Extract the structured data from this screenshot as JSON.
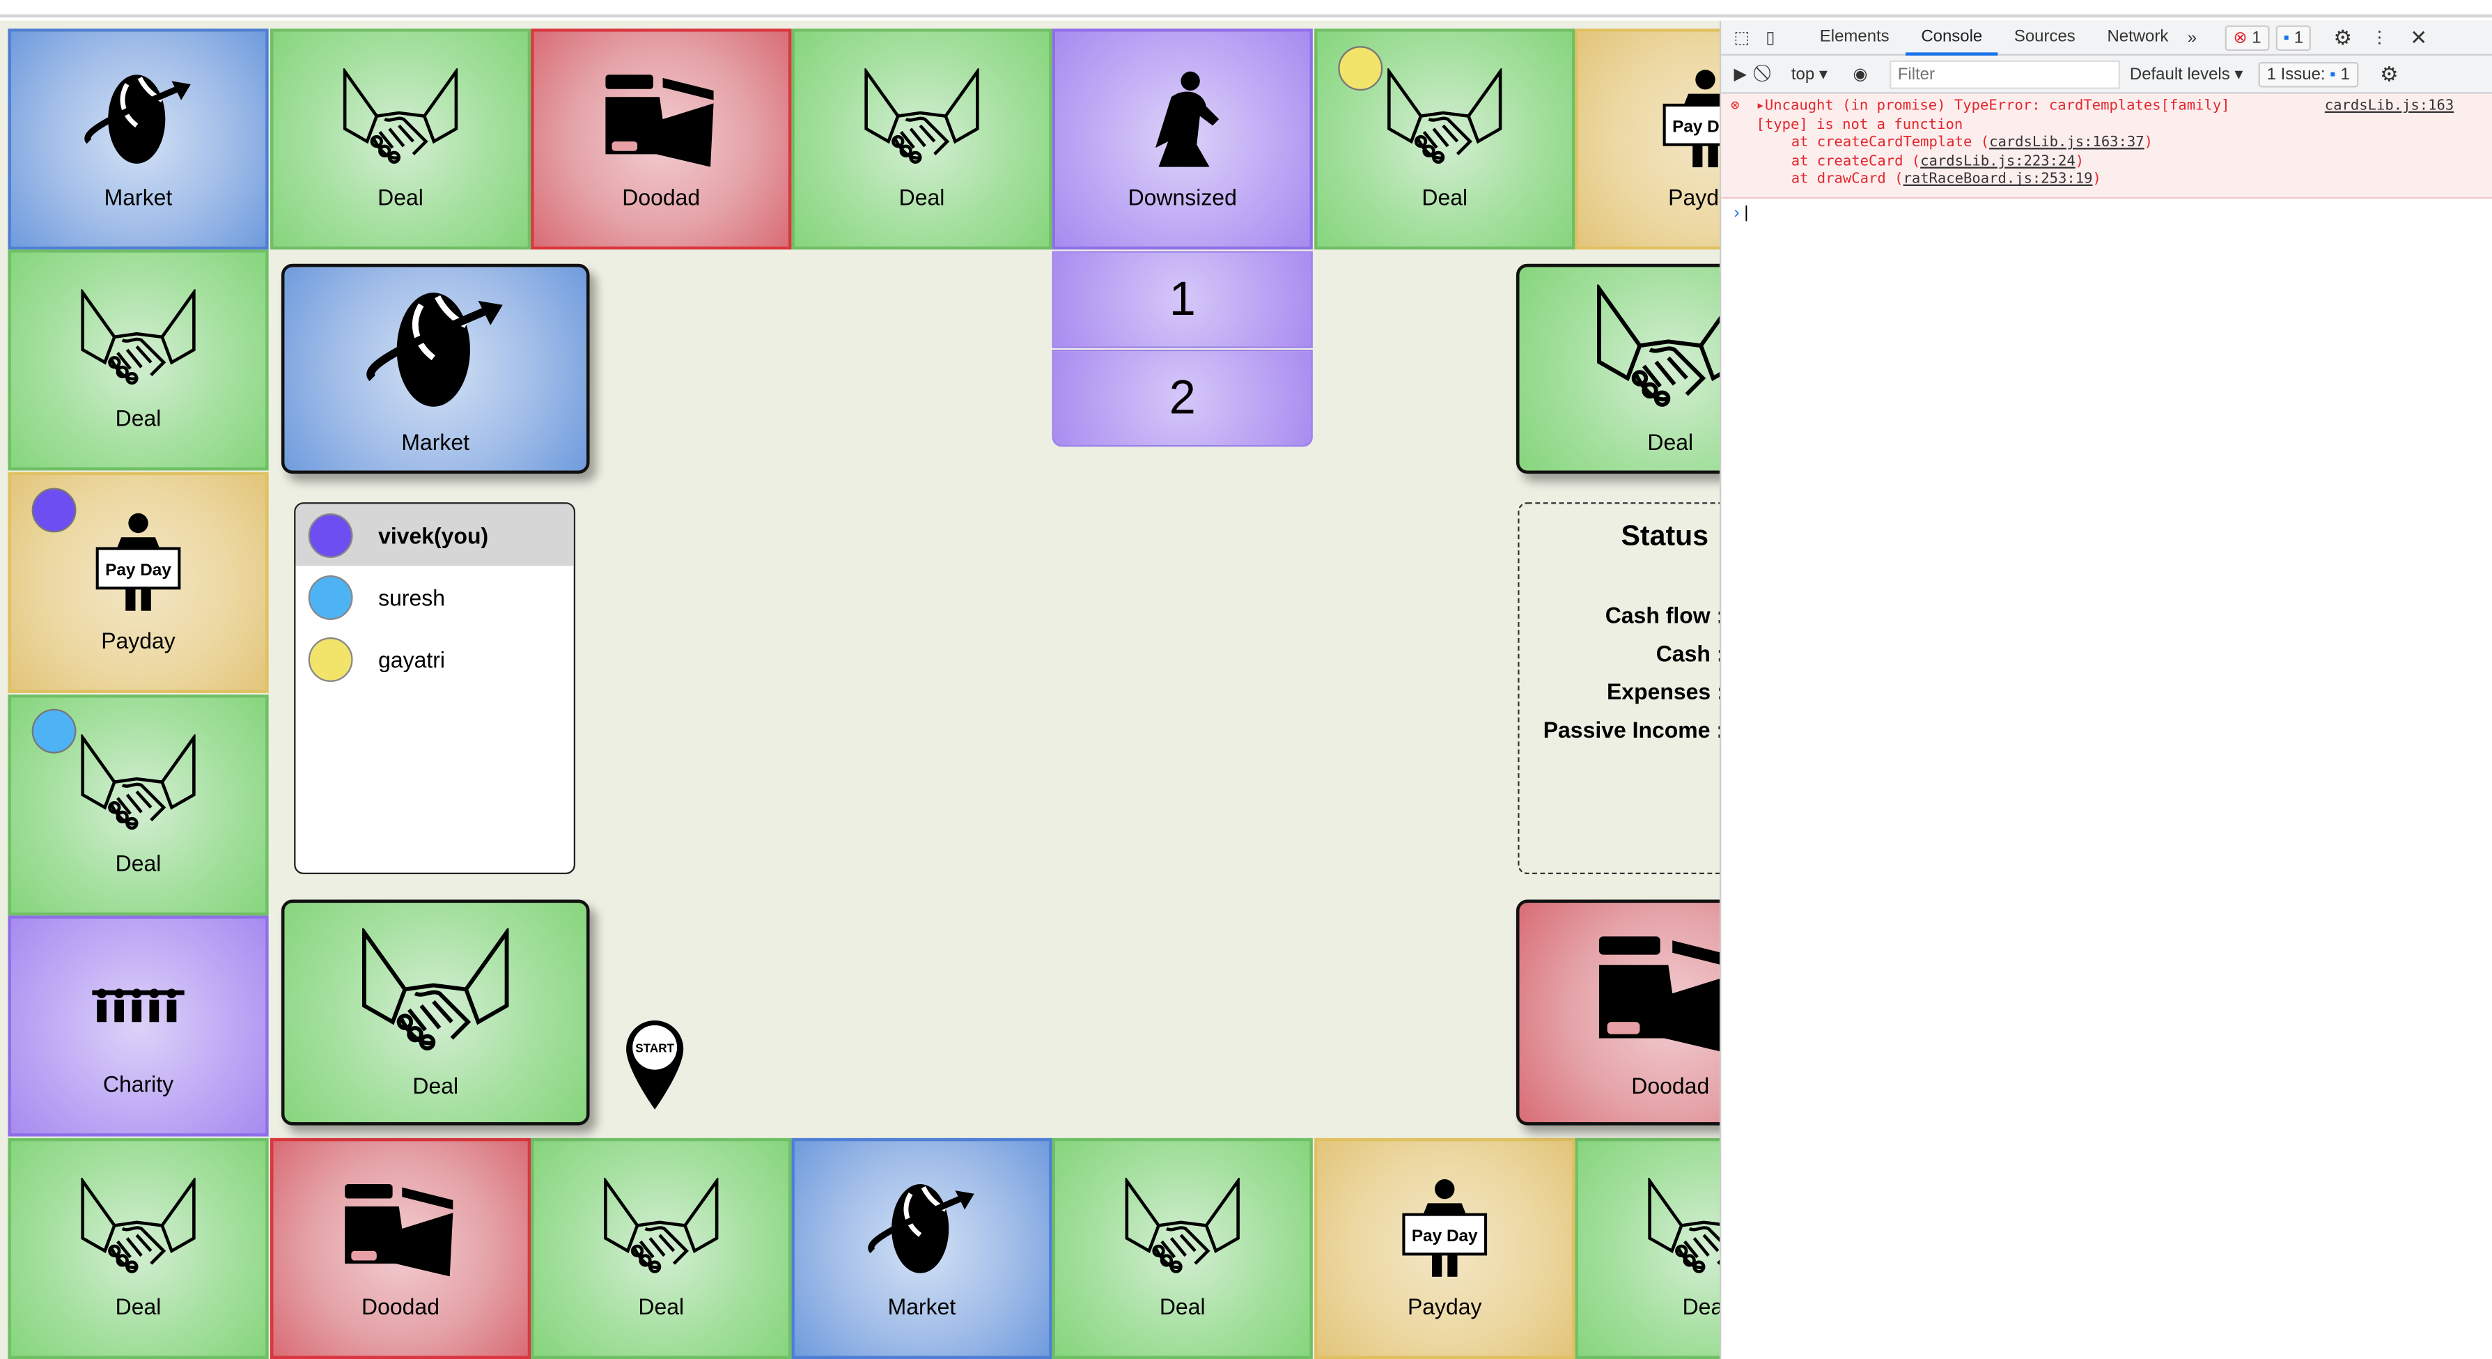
{
  "board": {
    "top_row": [
      {
        "label": "Market",
        "type": "market"
      },
      {
        "label": "Deal",
        "type": "deal"
      },
      {
        "label": "Doodad",
        "type": "doodad"
      },
      {
        "label": "Deal",
        "type": "deal"
      },
      {
        "label": "Downsized",
        "type": "downsized"
      },
      {
        "label": "Deal",
        "type": "deal"
      },
      {
        "label": "Payday",
        "type": "payday"
      }
    ],
    "left_col": [
      {
        "label": "Deal",
        "type": "deal"
      },
      {
        "label": "Payday",
        "type": "payday"
      },
      {
        "label": "Deal",
        "type": "deal"
      },
      {
        "label": "Charity",
        "type": "charity"
      }
    ],
    "bottom_row": [
      {
        "label": "Deal",
        "type": "deal"
      },
      {
        "label": "Doodad",
        "type": "doodad"
      },
      {
        "label": "Deal",
        "type": "deal"
      },
      {
        "label": "Market",
        "type": "market"
      },
      {
        "label": "Deal",
        "type": "deal"
      },
      {
        "label": "Payday",
        "type": "payday"
      },
      {
        "label": "Deal",
        "type": "deal"
      }
    ],
    "payday_sign": "Pay Day",
    "dice": [
      "1",
      "2"
    ],
    "center_cards": {
      "market": "Market",
      "deal": "Deal",
      "right_deal": "Deal",
      "right_doodad": "Doodad"
    },
    "start_label": "START",
    "colors": {
      "deal": "#86d57d",
      "market": "#6f9bdd",
      "doodad": "#d96c75",
      "purple": "#a68bef",
      "payday": "#e2c57a"
    }
  },
  "players": [
    {
      "name": "vivek(you)",
      "color": "#6d4ef0",
      "active": true
    },
    {
      "name": "suresh",
      "color": "#4db3f5",
      "active": false
    },
    {
      "name": "gayatri",
      "color": "#f2e36a",
      "active": false
    }
  ],
  "status": {
    "title": "Status",
    "cash_flow": "Cash flow :",
    "cash": "Cash :",
    "expenses": "Expenses :",
    "passive_income": "Passive Income :"
  },
  "devtools": {
    "tabs": [
      "Elements",
      "Console",
      "Sources",
      "Network"
    ],
    "active_tab": "Console",
    "more": "»",
    "error_count": "1",
    "message_count": "1",
    "context": "top",
    "filter_placeholder": "Filter",
    "levels": "Default levels",
    "issues": "1 Issue:",
    "issues_count": "1",
    "error": {
      "line1": "Uncaught (in promise) TypeError: cardTemplates[family]",
      "line2": "[type] is not a function",
      "source": "cardsLib.js:163",
      "stack": [
        {
          "fn": "at createCardTemplate (",
          "loc": "cardsLib.js:163:37"
        },
        {
          "fn": "at createCard (",
          "loc": "cardsLib.js:223:24"
        },
        {
          "fn": "at drawCard (",
          "loc": "ratRaceBoard.js:253:19"
        }
      ]
    },
    "prompt": "›"
  }
}
